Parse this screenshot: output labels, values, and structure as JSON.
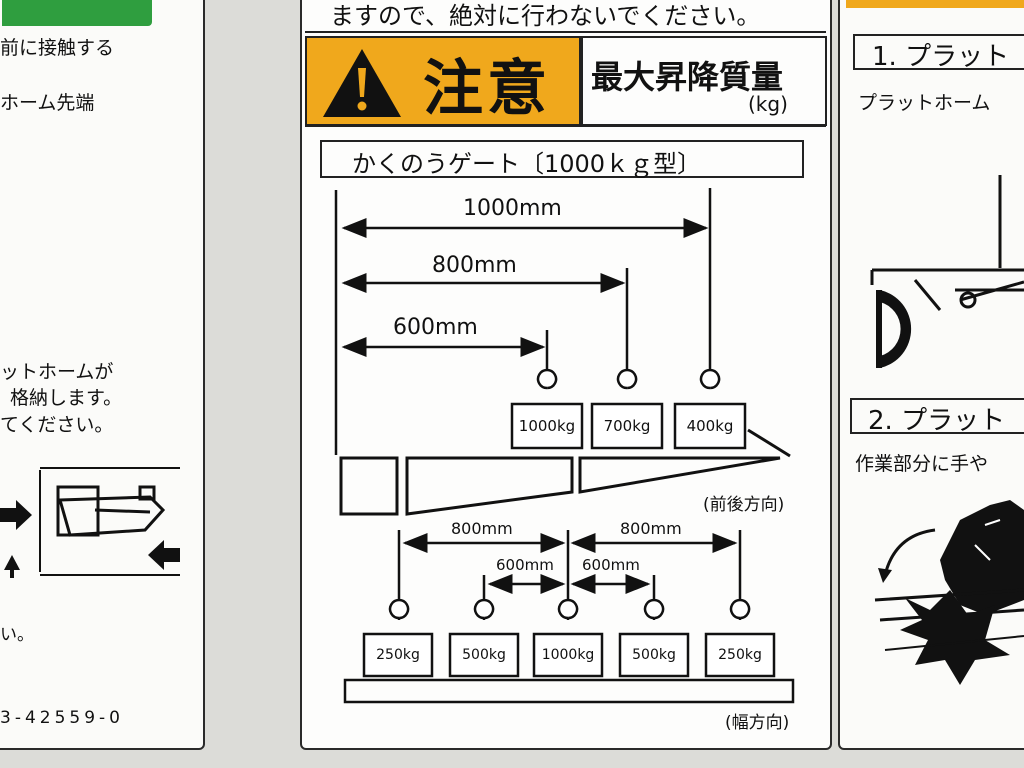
{
  "left_panel": {
    "line1": "前に接触する",
    "line2": "ホーム先端",
    "line3": "ットホームが",
    "line4": "格納します。",
    "line5": "てください。",
    "line6": "い。",
    "part_number": "3-42559-0",
    "accent_color": "#2f9e3f"
  },
  "center_panel": {
    "top_text": "ますので、絶対に行わないでください。",
    "warning_label": "注意",
    "warning_color": "#f0a81c",
    "title": "最大昇降質量",
    "unit": "(kg)",
    "gate_title": "かくのうゲート〔1000ｋｇ型〕",
    "depth": {
      "dims": [
        "1000mm",
        "800mm",
        "600mm"
      ],
      "weights": [
        "1000kg",
        "700kg",
        "400kg"
      ],
      "caption": "(前後方向)"
    },
    "width": {
      "dims_outer": [
        "800mm",
        "800mm"
      ],
      "dims_inner": [
        "600mm",
        "600mm"
      ],
      "weights": [
        "250kg",
        "500kg",
        "1000kg",
        "500kg",
        "250kg"
      ],
      "caption": "(幅方向)"
    }
  },
  "right_panel": {
    "step1": "1. プラット",
    "step1_text": "プラットホーム",
    "step2": "2. プラット",
    "step2_text": "作業部分に手や",
    "accent_color": "#f0a81c"
  }
}
